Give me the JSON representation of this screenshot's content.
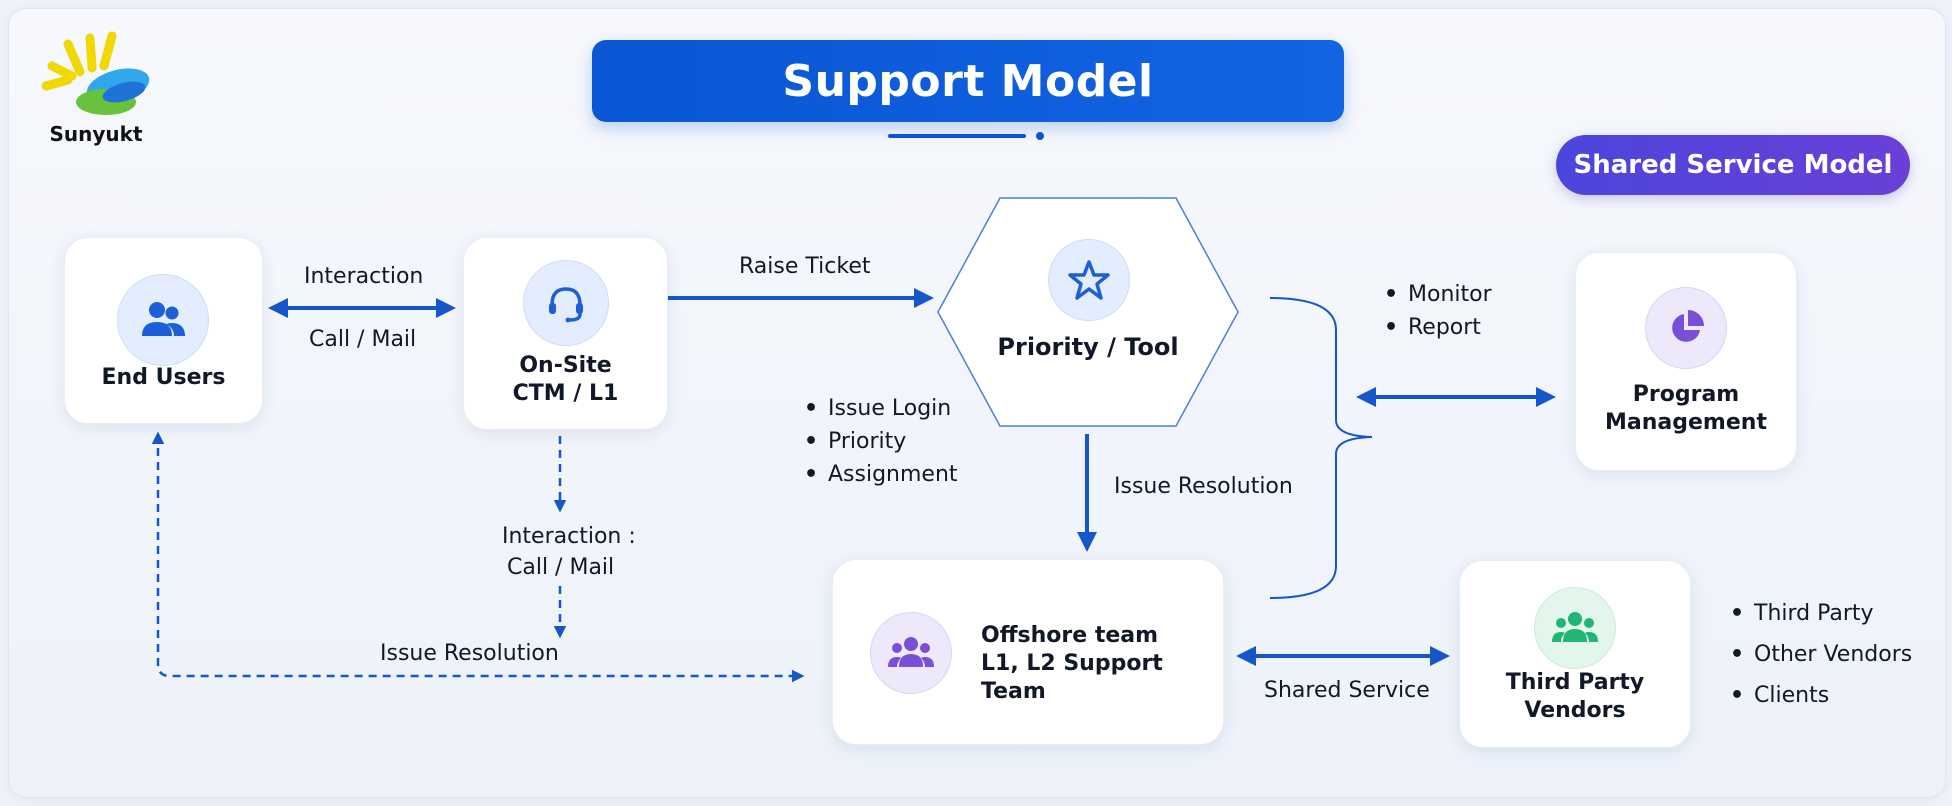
{
  "brand": {
    "name": "Sunyukt"
  },
  "title": "Support Model",
  "badge": "Shared Service Model",
  "nodes": {
    "end_users": "End Users",
    "onsite": "On-Site\nCTM / L1",
    "priority_tool": "Priority / Tool",
    "program_mgmt": "Program\nManagement",
    "offshore": "Offshore team\nL1, L2 Support Team",
    "third_party": "Third Party\nVendors"
  },
  "edges": {
    "interaction": "Interaction",
    "call_mail": "Call / Mail",
    "raise_ticket": "Raise Ticket",
    "interaction_colon": "Interaction :",
    "call_mail_2": "Call / Mail",
    "issue_resolution_left": "Issue Resolution",
    "issue_resolution_center": "Issue Resolution",
    "shared_service": "Shared Service"
  },
  "lists": {
    "ticket_steps": [
      "Issue Login",
      "Priority",
      "Assignment"
    ],
    "monitor": [
      "Monitor",
      "Report"
    ],
    "vendors": [
      "Third Party",
      "Other Vendors",
      "Clients"
    ]
  },
  "colors": {
    "primary": "#0a56d4",
    "arrow": "#1557c8",
    "badge": "#5a42da",
    "blue_icon": "#1d5fd6",
    "purple_icon": "#7a4fd8",
    "green_icon": "#22b573"
  },
  "icons": {
    "end_users": "users-icon",
    "onsite": "headset-icon",
    "priority_tool": "star-icon",
    "program_mgmt": "pie-chart-icon",
    "offshore": "group-icon",
    "third_party": "group-icon"
  }
}
